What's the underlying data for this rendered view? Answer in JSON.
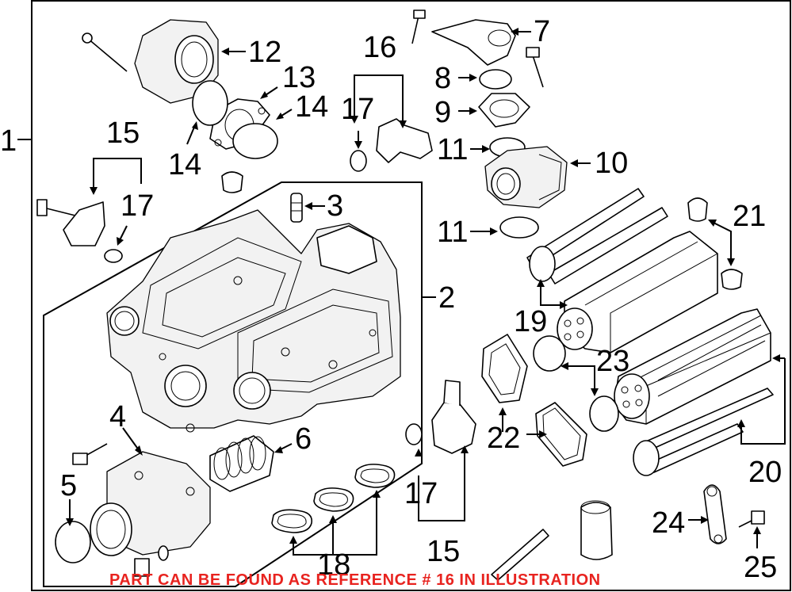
{
  "callouts": {
    "c1": "1",
    "c2": "2",
    "c3": "3",
    "c4": "4",
    "c5": "5",
    "c6": "6",
    "c7": "7",
    "c8": "8",
    "c9": "9",
    "c10": "10",
    "c11a": "11",
    "c11b": "11",
    "c12": "12",
    "c13": "13",
    "c14a": "14",
    "c14b": "14",
    "c15a": "15",
    "c15b": "15",
    "c16": "16",
    "c17a": "17",
    "c17b": "17",
    "c17c": "17",
    "c18": "18",
    "c19": "19",
    "c20": "20",
    "c21": "21",
    "c22": "22",
    "c23": "23",
    "c24": "24",
    "c25": "25"
  },
  "note": {
    "text": "PART CAN BE FOUND AS REFERENCE # 16 IN ILLUSTRATION",
    "color": "#e8231f"
  },
  "colors": {
    "line": "#000000",
    "background": "#ffffff"
  }
}
